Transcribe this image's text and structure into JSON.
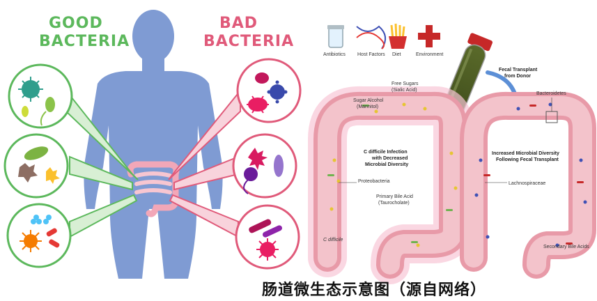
{
  "left_panel": {
    "good_heading": [
      "GOOD",
      "BACTERIA"
    ],
    "bad_heading": [
      "BAD",
      "BACTERIA"
    ],
    "colors": {
      "good": "#5cb85c",
      "bad": "#e05a7a",
      "body": "#7f9bd3",
      "gut": "#f2a7b8"
    }
  },
  "right_panel": {
    "factors": [
      "Antibiotics",
      "Host Factors",
      "Diet",
      "Environment"
    ],
    "transplant_label": [
      "Fecal Transplant",
      "from Donor"
    ],
    "left_colon": {
      "callouts": {
        "sugar_alcohol": [
          "Sugar Alcohol",
          "(Mannitol)"
        ],
        "free_sugars": [
          "Free Sugars",
          "(Sialic Acid)"
        ],
        "proteobacteria": "Proteobacteria",
        "primary_bile": [
          "Primary Bile Acid",
          "(Taurocholate)"
        ],
        "c_difficile": "C difficile"
      },
      "center_text": [
        "C difficile Infection",
        "with Decreased",
        "Microbial Diversity"
      ]
    },
    "right_colon": {
      "callouts": {
        "bacteroidetes": "Bacteroidetes",
        "lachnospiraceae": "Lachnospiraceae",
        "secondary_bile": "Secondary Bile Acids"
      },
      "center_text": [
        "Increased Microbial Diversity",
        "Following Fecal Transplant"
      ]
    }
  },
  "caption": "肠道微生态示意图（源自网络）"
}
